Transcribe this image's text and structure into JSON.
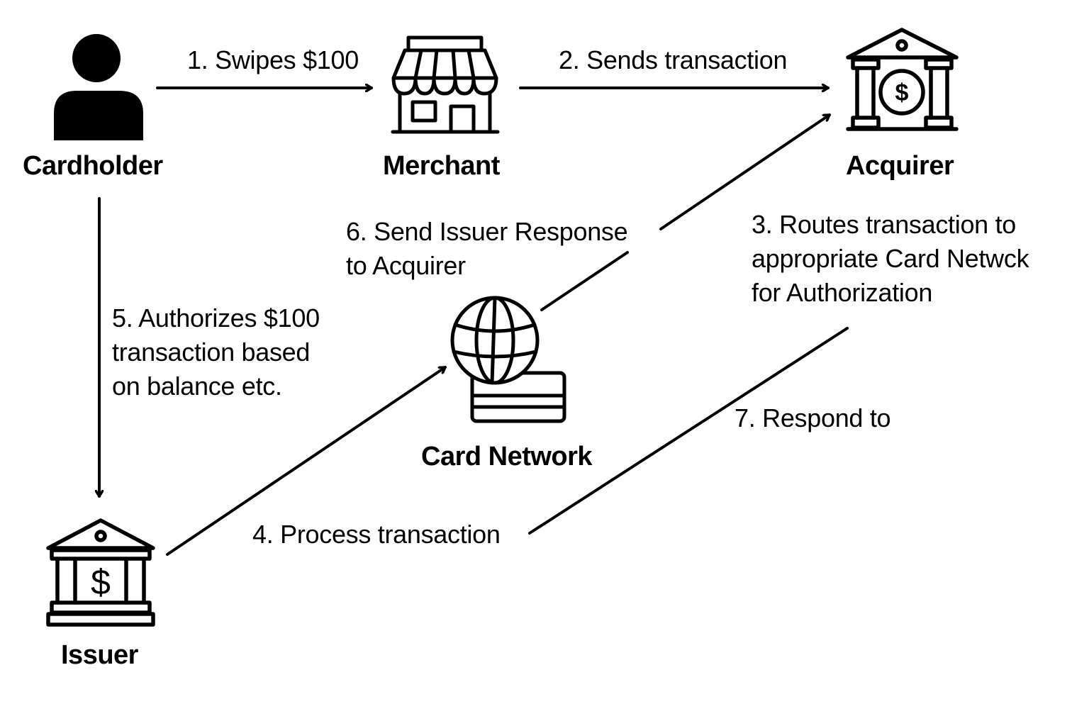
{
  "title": "Card payment transaction flow",
  "colors": {
    "ink": "#000000",
    "background": "#ffffff"
  },
  "nodes": {
    "cardholder": {
      "label": "Cardholder",
      "icon": "person-icon"
    },
    "merchant": {
      "label": "Merchant",
      "icon": "storefront-icon"
    },
    "acquirer": {
      "label": "Acquirer",
      "icon": "bank-dollar-circle-icon"
    },
    "card_network": {
      "label": "Card Network",
      "icon": "globe-card-icon"
    },
    "issuer": {
      "label": "Issuer",
      "icon": "bank-dollar-icon"
    }
  },
  "steps": [
    {
      "id": 1,
      "text": "1. Swipes $100",
      "from": "Cardholder",
      "to": "Merchant"
    },
    {
      "id": 2,
      "text": "2. Sends transaction",
      "from": "Merchant",
      "to": "Acquirer"
    },
    {
      "id": 3,
      "text": "3. Routes transaction to\nappropriate Card Netwck\nfor Authorization",
      "from": "Acquirer",
      "to": "Card Network"
    },
    {
      "id": 4,
      "text": "4. Process transaction",
      "from": "Issuer",
      "to": "Card Network"
    },
    {
      "id": 5,
      "text": "5. Authorizes $100\ntransaction based\non balance etc.",
      "from": "Cardholder",
      "to": "Issuer"
    },
    {
      "id": 6,
      "text": "6. Send Issuer Response\nto Acquirer",
      "from": "Card Network",
      "to": "Acquirer"
    },
    {
      "id": 7,
      "text": "7. Respond to",
      "from": "",
      "to": ""
    }
  ]
}
